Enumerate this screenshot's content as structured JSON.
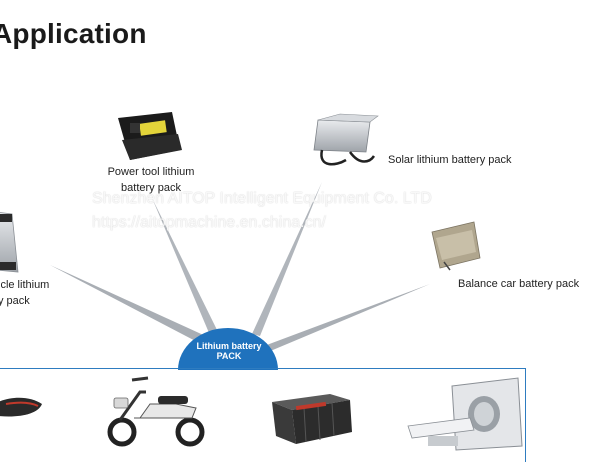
{
  "title": "Application",
  "hub": {
    "line1": "Lithium battery",
    "line2": "PACK"
  },
  "applications": [
    {
      "name": "power-tool",
      "line1": "Power tool lithium",
      "line2": "battery pack"
    },
    {
      "name": "solar",
      "line1": "Solar lithium battery pack",
      "line2": ""
    },
    {
      "name": "ebike",
      "line1": "icle lithium",
      "line2": "y pack"
    },
    {
      "name": "balance-car",
      "line1": "Balance car battery pack",
      "line2": ""
    }
  ],
  "watermark": {
    "company": "Shenzhen AITOP Intelligent Equipment Co. LTD",
    "url": "https://aitopmachine.en.china.cn/"
  },
  "bottom_items": [
    "vacuum-device",
    "electric-scooter",
    "battery-modules",
    "ct-scanner"
  ],
  "colors": {
    "hub": "#1f72bd",
    "frame": "#2e7cc0",
    "ray": "#b7bcc2"
  }
}
